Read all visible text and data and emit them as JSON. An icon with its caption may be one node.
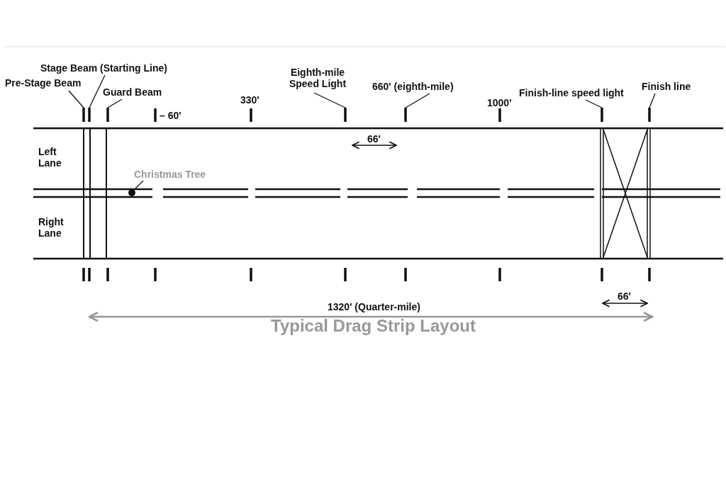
{
  "diagram": {
    "title": "Typical Drag Strip Layout",
    "nodes": [
      {
        "text": [
          "Pre-Stage Beam"
        ]
      },
      {
        "text": [
          "Stage Beam (Starting Line)"
        ]
      },
      {
        "text": [
          "Guard Beam"
        ]
      },
      {
        "text": [
          "Eighth-mile Speed Light"
        ]
      },
      {
        "text": [
          "660' (eighth-mile)"
        ]
      },
      {
        "text": [
          "Finish-line speed light"
        ]
      },
      {
        "text": [
          "Finish line"
        ]
      },
      {
        "text": [
          "Christmas Tree"
        ]
      },
      {
        "text": [],
        "shape": "bar"
      },
      {
        "text": [],
        "shape": "bar"
      },
      {
        "text": [],
        "shape": "bar"
      },
      {
        "text": [],
        "shape": "bar"
      },
      {
        "text": [],
        "shape": "bar"
      },
      {
        "text": [],
        "shape": "bar"
      },
      {
        "text": [],
        "shape": "bar"
      },
      {
        "text": [],
        "shape": "circle"
      }
    ],
    "edges": [
      {
        "from": 0,
        "to": 8,
        "arrow": "none"
      },
      {
        "from": 1,
        "to": 9,
        "arrow": "none"
      },
      {
        "from": 2,
        "to": 10,
        "arrow": "none"
      },
      {
        "from": 3,
        "to": 11,
        "arrow": "none"
      },
      {
        "from": 4,
        "to": 12,
        "arrow": "none"
      },
      {
        "from": 5,
        "to": 13,
        "arrow": "none"
      },
      {
        "from": 6,
        "to": 14,
        "arrow": "none"
      },
      {
        "from": 7,
        "to": 15,
        "arrow": "none"
      }
    ],
    "labels": [
      "– 60'",
      "330'",
      "1000'",
      "Left Lane",
      "Right Lane",
      "66'",
      "66'",
      "1320' (Quarter-mile)"
    ]
  }
}
